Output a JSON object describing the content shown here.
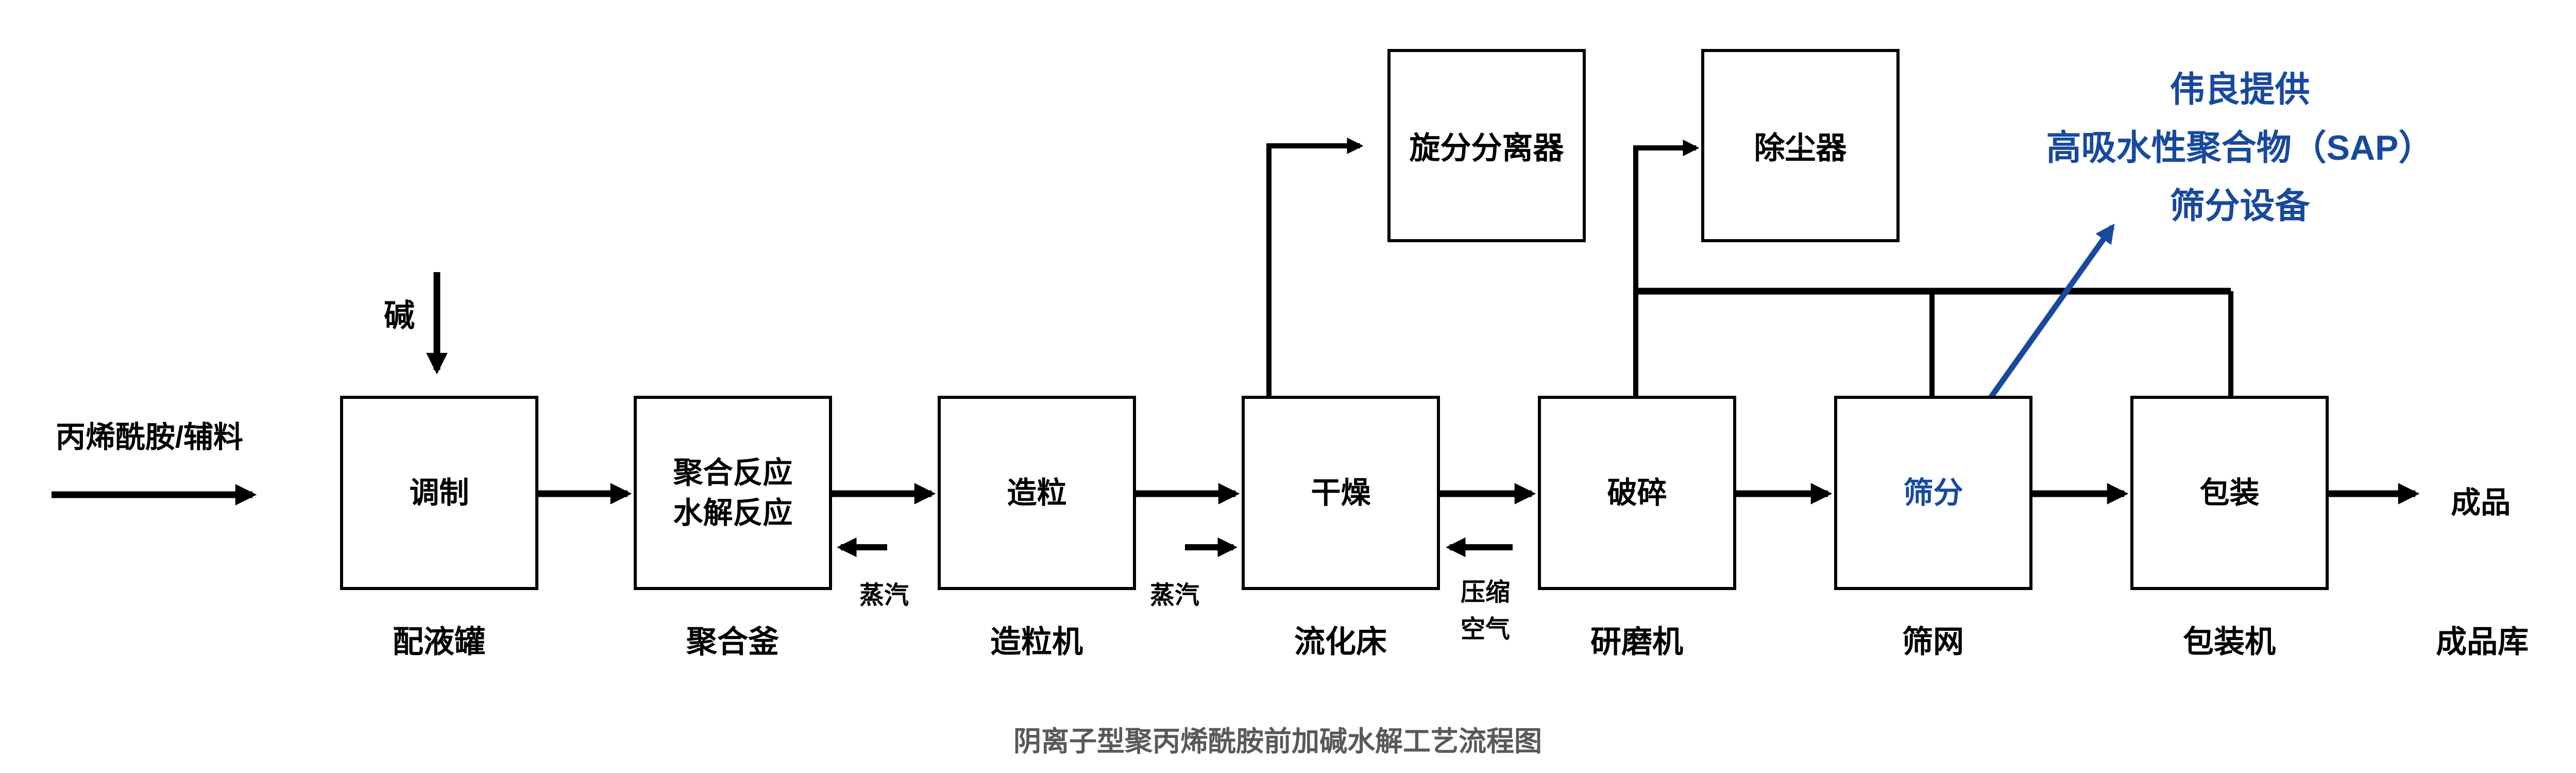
{
  "colors": {
    "accent_blue": "#17499e",
    "title_gray": "#595959",
    "line_black": "#000000"
  },
  "title": "阴离子型聚丙烯酰胺前加碱水解工艺流程图",
  "inputs": {
    "feed": "丙烯酰胺/辅料",
    "alkali": "碱"
  },
  "outputs": {
    "product": "成品",
    "warehouse": "成品库"
  },
  "process": [
    {
      "step": "调制",
      "equipment": "配液罐"
    },
    {
      "step_line1": "聚合反应",
      "step_line2": "水解反应",
      "equipment": "聚合釜"
    },
    {
      "step": "造粒",
      "equipment": "造粒机"
    },
    {
      "step": "干燥",
      "equipment": "流化床"
    },
    {
      "step": "破碎",
      "equipment": "研磨机"
    },
    {
      "step": "筛分",
      "equipment": "筛网"
    },
    {
      "step": "包装",
      "equipment": "包装机"
    }
  ],
  "aux_equipment": [
    {
      "label": "旋分分离器"
    },
    {
      "label": "除尘器"
    }
  ],
  "utilities": {
    "steam_left": "蒸汽",
    "steam_right": "蒸汽",
    "compressed_air_line1": "压缩",
    "compressed_air_line2": "空气"
  },
  "annotation": {
    "line1": "伟良提供",
    "line2": "高吸水性聚合物（SAP）",
    "line3": "筛分设备"
  }
}
